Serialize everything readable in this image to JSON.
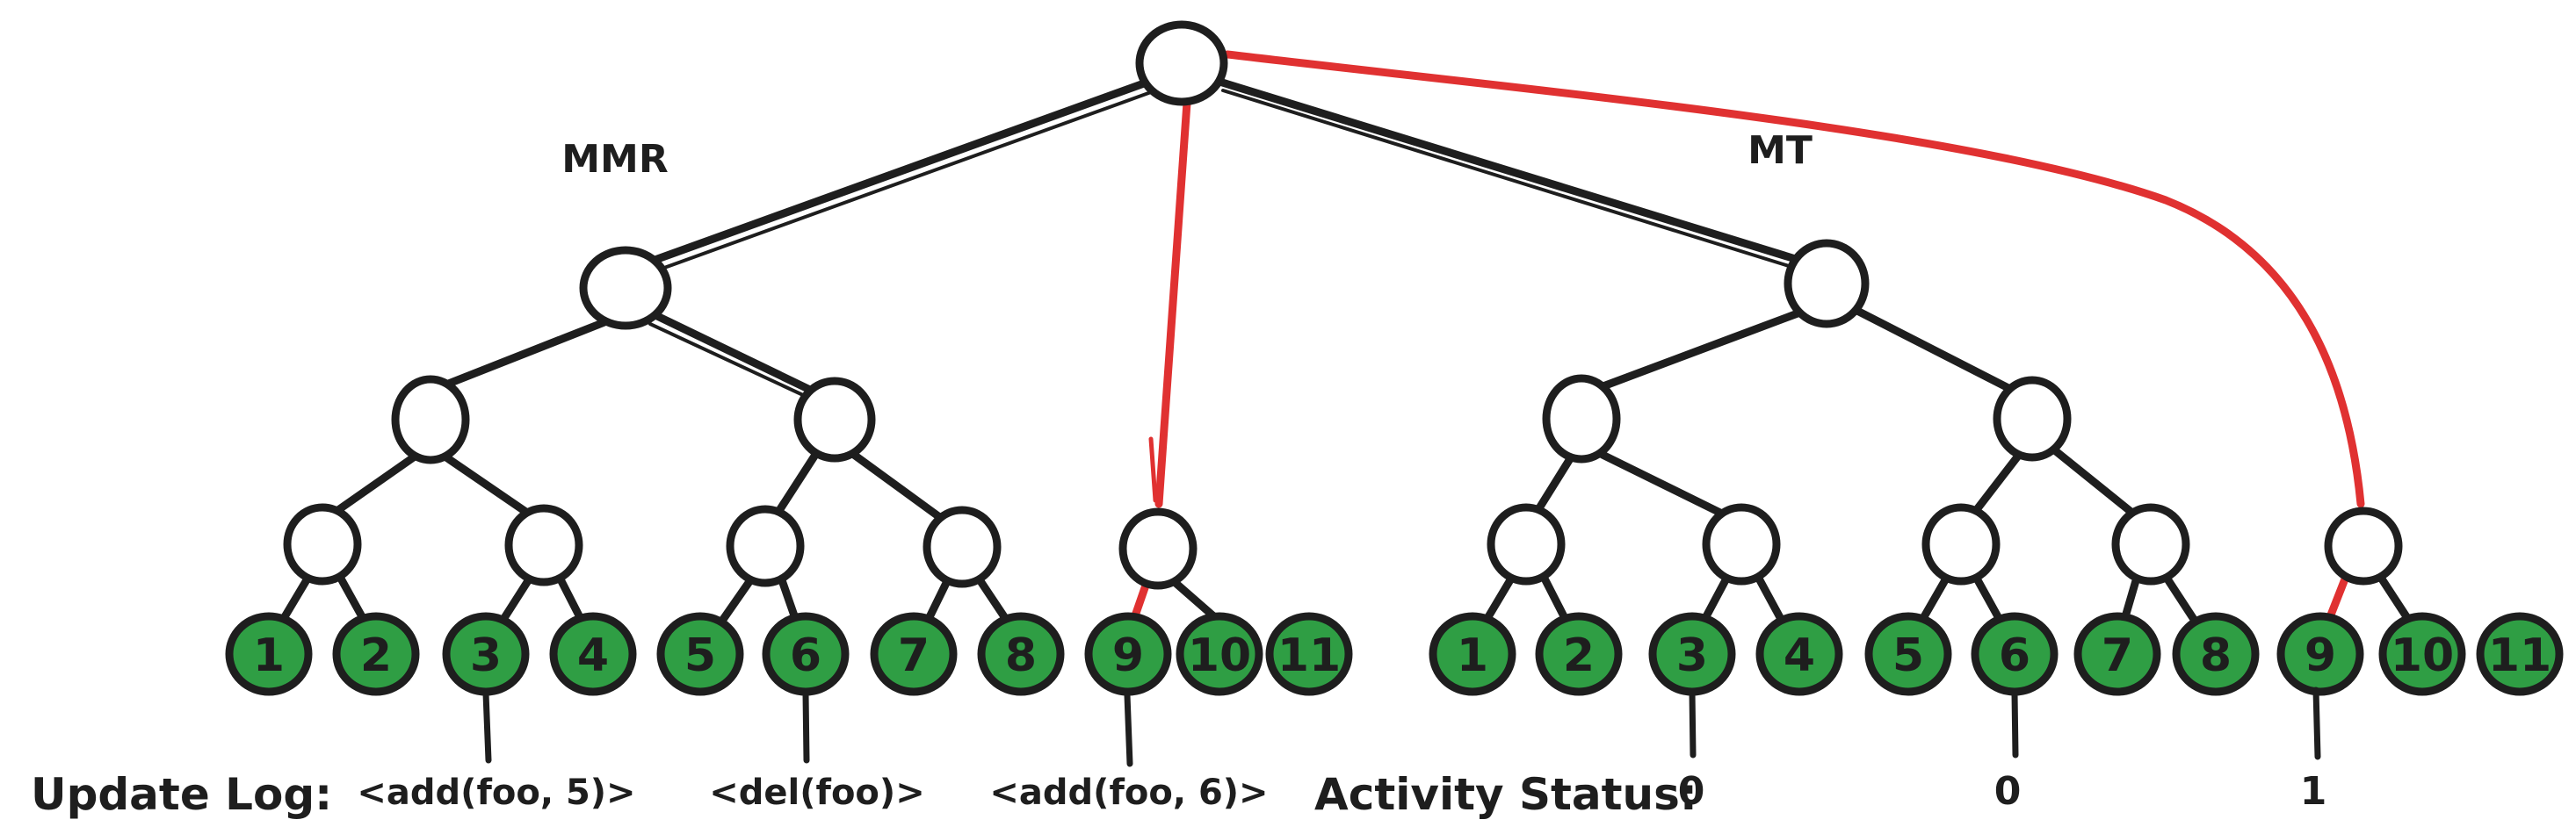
{
  "colors": {
    "ink": "#1e1e1e",
    "red": "#e03131",
    "leaf_fill": "#2f9e44",
    "background": "#ffffff"
  },
  "left_tree": {
    "label": "MMR",
    "leaves": [
      "1",
      "2",
      "3",
      "4",
      "5",
      "6",
      "7",
      "8",
      "9",
      "10",
      "11"
    ]
  },
  "right_tree": {
    "label": "MT",
    "leaves": [
      "1",
      "2",
      "3",
      "4",
      "5",
      "6",
      "7",
      "8",
      "9",
      "10",
      "11"
    ]
  },
  "update_log": {
    "label": "Update Log:",
    "entries": [
      "<add(foo, 5)>",
      "<del(foo)>",
      "<add(foo, 6)>"
    ]
  },
  "activity_status": {
    "label": "Activity Status:",
    "values": [
      "0",
      "0",
      "1"
    ]
  }
}
